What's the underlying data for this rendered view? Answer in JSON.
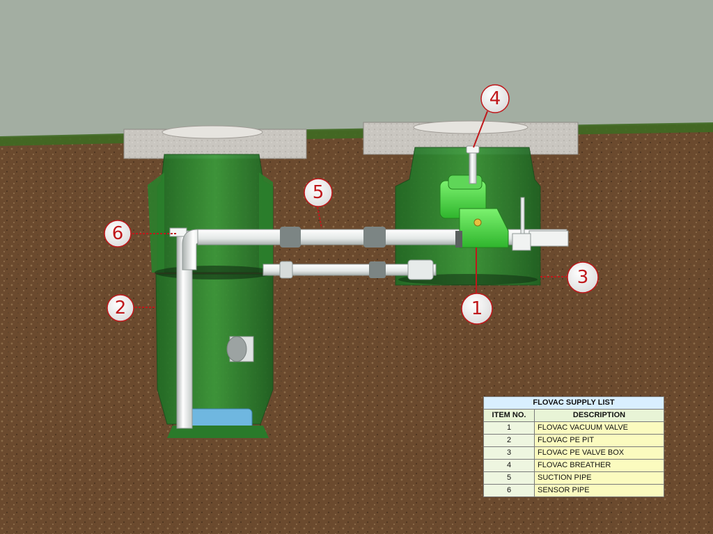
{
  "callouts": {
    "c1": "1",
    "c2": "2",
    "c3": "3",
    "c4": "4",
    "c5": "5",
    "c6": "6"
  },
  "supply_list": {
    "title": "FLOVAC SUPPLY LIST",
    "col_item": "ITEM NO.",
    "col_desc": "DESCRIPTION",
    "rows": [
      {
        "no": "1",
        "desc": "FLOVAC VACUUM VALVE"
      },
      {
        "no": "2",
        "desc": "FLOVAC PE PIT"
      },
      {
        "no": "3",
        "desc": "FLOVAC PE VALVE BOX"
      },
      {
        "no": "4",
        "desc": "FLOVAC BREATHER"
      },
      {
        "no": "5",
        "desc": "SUCTION PIPE"
      },
      {
        "no": "6",
        "desc": "SENSOR PIPE"
      }
    ]
  },
  "colors": {
    "sky": "#a3aea2",
    "soil": "#6b4a2e",
    "grass": "#3f6a22",
    "pit_green": "#2f8a2f",
    "valve_green": "#4fe14a",
    "pipe": "#e8eceb",
    "callout_red": "#c0181b"
  }
}
